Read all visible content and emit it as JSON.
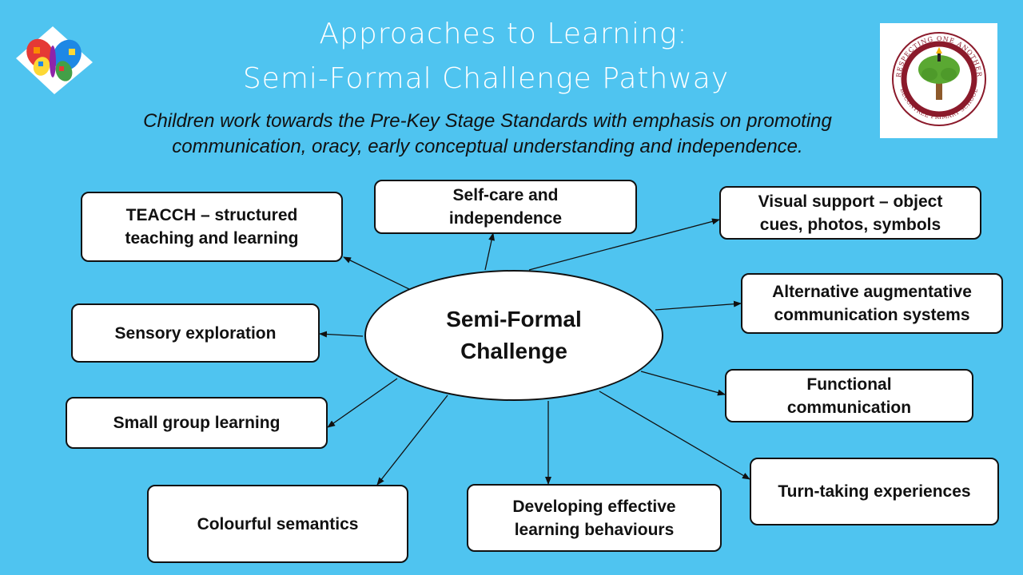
{
  "title": {
    "line1": "Approaches to Learning:",
    "line2": "Semi-Formal Challenge Pathway"
  },
  "subtitle": {
    "line1": "Children work towards the Pre-Key Stage Standards with emphasis on promoting",
    "line2": "communication, oracy, early conceptual understanding and independence."
  },
  "hub": {
    "line1": "Semi-Formal",
    "line2": "Challenge"
  },
  "nodes": {
    "teacch": {
      "line1": "TEACCH – structured",
      "line2": "teaching and learning"
    },
    "selfcare": {
      "line1": "Self-care and",
      "line2": "independence"
    },
    "visual": {
      "line1": "Visual support – object",
      "line2": "cues, photos, symbols"
    },
    "aac": {
      "line1": "Alternative augmentative",
      "line2": "communication systems"
    },
    "sensory": {
      "line1": "Sensory exploration"
    },
    "functional": {
      "line1": "Functional",
      "line2": "communication"
    },
    "smallgroup": {
      "line1": "Small group learning"
    },
    "turntaking": {
      "line1": "Turn-taking experiences"
    },
    "colourful": {
      "line1": "Colourful semantics"
    },
    "behaviours": {
      "line1": "Developing effective",
      "line2": "learning behaviours"
    }
  },
  "logo": {
    "school_text_top": "RESPECTING ONE ANOTHER",
    "school_text_bottom": "BECONTREE PRIMARY SCHOOL"
  },
  "colors": {
    "background": "#4fc4f0",
    "box": "#ffffff",
    "stroke": "#111111"
  }
}
